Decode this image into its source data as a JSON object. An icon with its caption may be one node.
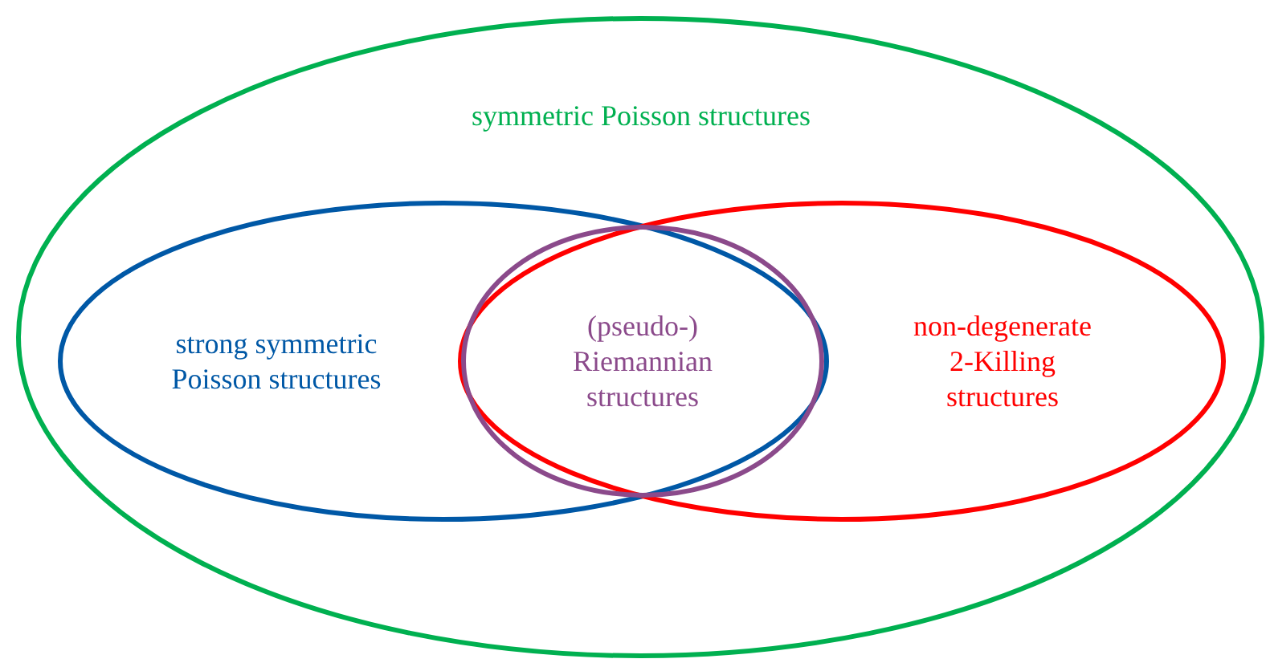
{
  "diagram": {
    "nodes": [
      {
        "text": [
          "symmetric Poisson structures"
        ]
      },
      {
        "text": [
          "strong symmetric Poisson structures"
        ],
        "in": 0
      },
      {
        "text": [
          "(pseudo-) Riemannian structures"
        ]
      },
      {
        "text": [
          "non-degenerate 2-Killing structures"
        ],
        "in": 0
      }
    ]
  }
}
